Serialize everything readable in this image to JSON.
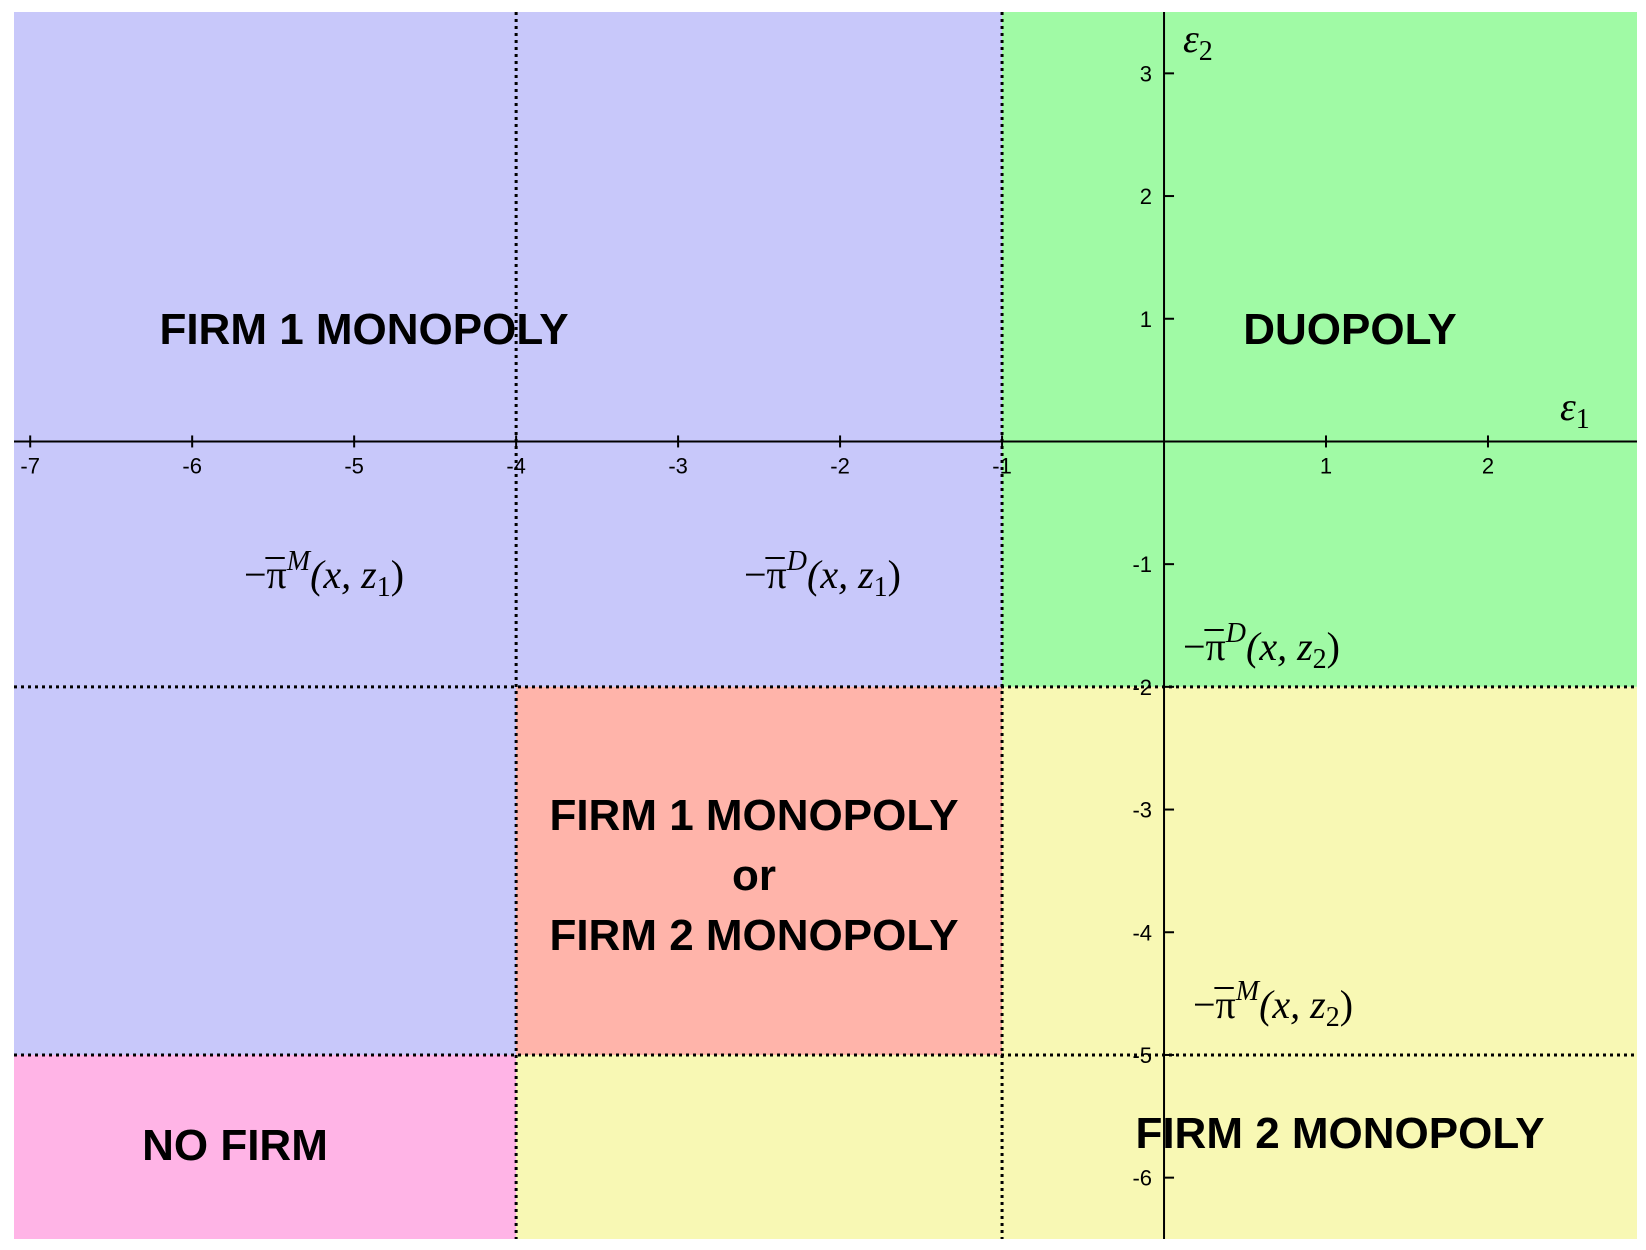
{
  "axes": {
    "x_label_base": "ε",
    "x_label_sub": "1",
    "y_label_base": "ε",
    "y_label_sub": "2",
    "xlim": [
      -7.1,
      2.92
    ],
    "ylim": [
      -6.5,
      3.5
    ],
    "x_ticks": [
      {
        "value": -7,
        "label": "-7"
      },
      {
        "value": -6,
        "label": "-6"
      },
      {
        "value": -5,
        "label": "-5"
      },
      {
        "value": -4,
        "label": "-4"
      },
      {
        "value": -3,
        "label": "-3"
      },
      {
        "value": -2,
        "label": "-2"
      },
      {
        "value": -1,
        "label": "-1"
      },
      {
        "value": 1,
        "label": "1"
      },
      {
        "value": 2,
        "label": "2"
      }
    ],
    "y_ticks": [
      {
        "value": 3,
        "label": "3"
      },
      {
        "value": 2,
        "label": "2"
      },
      {
        "value": 1,
        "label": "1"
      },
      {
        "value": -1,
        "label": "-1"
      },
      {
        "value": -2,
        "label": "-2"
      },
      {
        "value": -3,
        "label": "-3"
      },
      {
        "value": -4,
        "label": "-4"
      },
      {
        "value": -5,
        "label": "-5"
      },
      {
        "value": -6,
        "label": "-6"
      }
    ]
  },
  "thresholds": {
    "firm1_monopoly": -4,
    "firm1_duopoly": -1,
    "firm2_duopoly": -2,
    "firm2_monopoly": -5
  },
  "regions": [
    {
      "id": "firm1-monopoly-upper",
      "x": [
        -7.1,
        -1
      ],
      "y": [
        -2,
        3.5
      ],
      "color": "#c8c8fa"
    },
    {
      "id": "firm1-monopoly-left",
      "x": [
        -7.1,
        -4
      ],
      "y": [
        -5,
        -2
      ],
      "color": "#c8c8fa"
    },
    {
      "id": "duopoly",
      "x": [
        -1,
        2.92
      ],
      "y": [
        -2,
        3.5
      ],
      "color": "#a0faa5"
    },
    {
      "id": "multiple",
      "x": [
        -4,
        -1
      ],
      "y": [
        -5,
        -2
      ],
      "color": "#ffb4aa"
    },
    {
      "id": "firm2-monopoly-right",
      "x": [
        -1,
        2.92
      ],
      "y": [
        -6.5,
        -2
      ],
      "color": "#f8f8b4"
    },
    {
      "id": "firm2-monopoly-bottom",
      "x": [
        -4,
        -1
      ],
      "y": [
        -6.5,
        -5
      ],
      "color": "#f8f8b4"
    },
    {
      "id": "no-firm",
      "x": [
        -7.1,
        -4
      ],
      "y": [
        -6.5,
        -5
      ],
      "color": "#ffb4e6"
    }
  ],
  "labels": {
    "firm1_monopoly": "FIRM 1 MONOPOLY",
    "duopoly": "DUOPOLY",
    "multiple_line1": "FIRM 1 MONOPOLY",
    "multiple_line2": "or",
    "multiple_line3": "FIRM 2 MONOPOLY",
    "no_firm": "NO FIRM",
    "firm2_monopoly": "FIRM 2 MONOPOLY"
  },
  "math_labels": {
    "pi_m_z1": {
      "prefix": "−π",
      "sup": "M",
      "args": "(x, z",
      "sub": "1",
      "close": ")"
    },
    "pi_d_z1": {
      "prefix": "−π",
      "sup": "D",
      "args": "(x, z",
      "sub": "1",
      "close": ")"
    },
    "pi_d_z2": {
      "prefix": "−π",
      "sup": "D",
      "args": "(x, z",
      "sub": "2",
      "close": ")"
    },
    "pi_m_z2": {
      "prefix": "−π",
      "sup": "M",
      "args": "(x, z",
      "sub": "2",
      "close": ")"
    }
  }
}
